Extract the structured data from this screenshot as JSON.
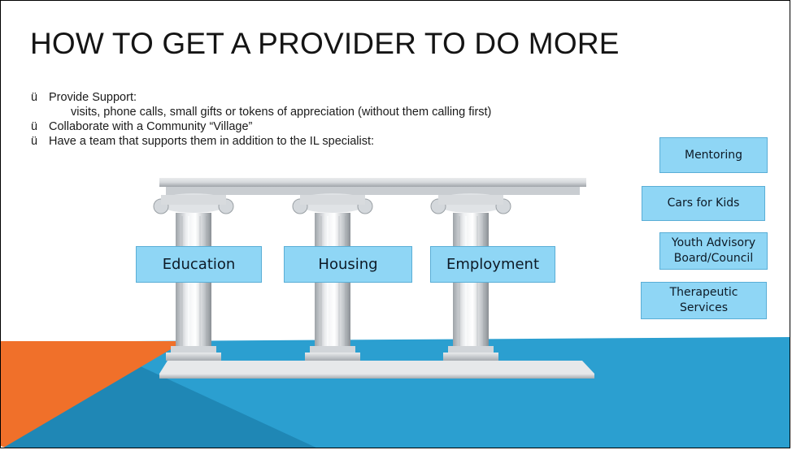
{
  "slide": {
    "title": "HOW TO GET A PROVIDER TO DO MORE",
    "bullet_mark": "ü",
    "bullets": [
      {
        "text": "Provide Support:",
        "sub": "visits, phone calls, small gifts or tokens of appreciation (without them calling first)"
      },
      {
        "text": "Collaborate with a Community “Village”"
      },
      {
        "text": "Have a team that supports them in addition to the IL specialist:"
      }
    ],
    "pillar_labels": [
      "Education",
      "Housing",
      "Employment"
    ],
    "side_boxes": {
      "mentoring": "Mentoring",
      "cars_for_kids": "Cars for Kids",
      "youth_advisory_line1": "Youth Advisory",
      "youth_advisory_line2": "Board/Council",
      "therapeutic_line1": "Therapeutic",
      "therapeutic_line2": "Services"
    },
    "colors": {
      "blue_band": "#2b9fd0",
      "orange_corner": "#f0702a",
      "label_box_fill": "#8fd6f5"
    }
  }
}
